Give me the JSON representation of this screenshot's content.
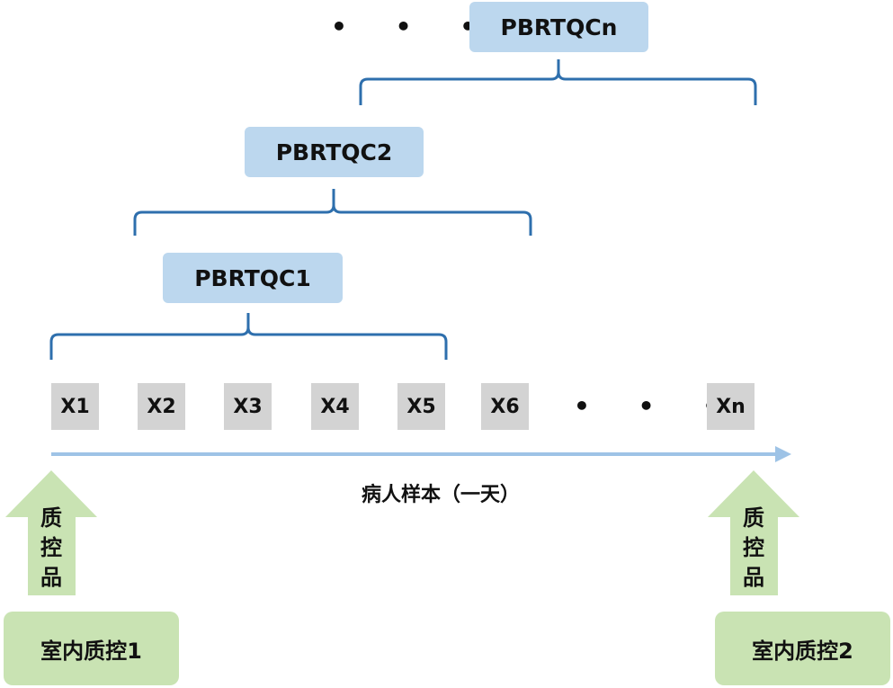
{
  "pbrtqc": [
    "PBRTQC1",
    "PBRTQC2",
    "PBRTQCn"
  ],
  "ellipsis": "• • •",
  "samples": [
    "X1",
    "X2",
    "X3",
    "X4",
    "X5",
    "X6",
    "Xn"
  ],
  "axis_label": "病人样本（一天）",
  "qc_material": [
    "质",
    "控",
    "品"
  ],
  "internal_qc": [
    "室内质控1",
    "室内质控2"
  ],
  "colors": {
    "pbrtqc_box": "#bcd7ee",
    "bracket": "#2e6fad",
    "sample_box": "#d3d3d3",
    "time_arrow": "#9ec3e6",
    "qc_green": "#c9e3b3"
  }
}
